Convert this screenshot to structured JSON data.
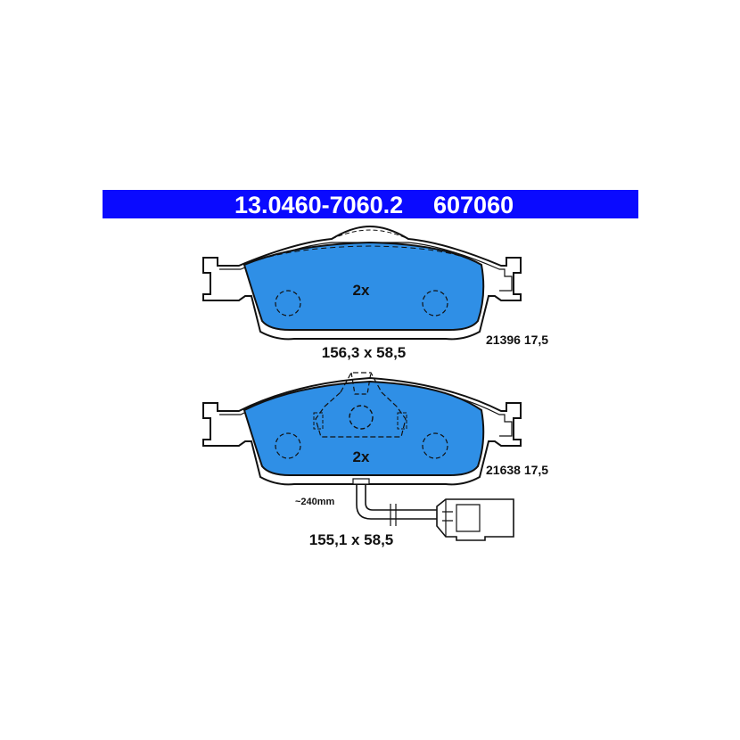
{
  "header": {
    "part_number": "13.0460-7060.2",
    "article_number": "607060"
  },
  "pad_top": {
    "quantity": "2x",
    "dimensions": "156,3 x 58,5",
    "code_thickness": "21396 17,5"
  },
  "pad_bottom": {
    "quantity": "2x",
    "dimensions": "155,1 x 58,5",
    "code_thickness": "21638 17,5",
    "wire_length": "~240mm"
  },
  "colors": {
    "banner": "#0a0aff",
    "pad_fill": "#2f8fe6",
    "outline": "#111111"
  }
}
